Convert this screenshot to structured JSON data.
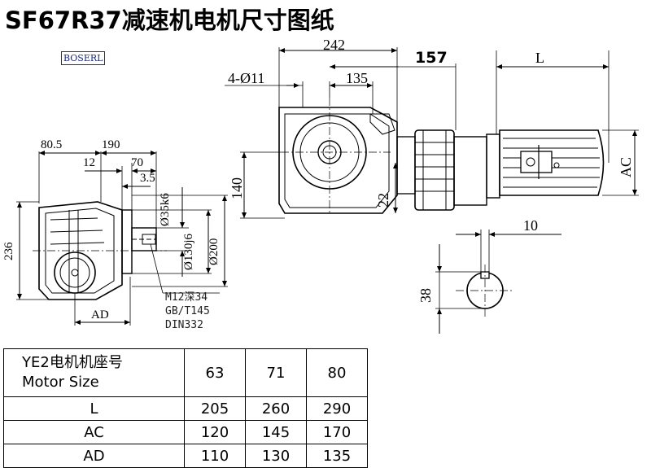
{
  "title": "SF67R37减速机电机尺寸图纸",
  "logo_text": "BOSERL",
  "dimensions": {
    "d242": "242",
    "d157": "157",
    "dL": "L",
    "d4011": "4-Ø11",
    "d135": "135",
    "d140": "140",
    "d22": "22",
    "dAC": "AC",
    "d10": "10",
    "d38": "38",
    "d805": "80.5",
    "d190": "190",
    "d12": "12",
    "d70": "70",
    "d35": "3.5",
    "d35k6": "Ø35k6",
    "d130j6": "Ø130j6",
    "d200": "Ø200",
    "d236": "236",
    "dAD": "AD"
  },
  "notes": [
    "M12深34",
    "GB/T145",
    "DIN332"
  ],
  "table": {
    "header_line1": "YE2电机机座号",
    "header_line2": "Motor Size",
    "sizes": [
      "63",
      "71",
      "80"
    ],
    "rows": [
      {
        "label": "L",
        "values": [
          "205",
          "260",
          "290"
        ]
      },
      {
        "label": "AC",
        "values": [
          "120",
          "145",
          "170"
        ]
      },
      {
        "label": "AD",
        "values": [
          "110",
          "130",
          "135"
        ]
      }
    ]
  }
}
